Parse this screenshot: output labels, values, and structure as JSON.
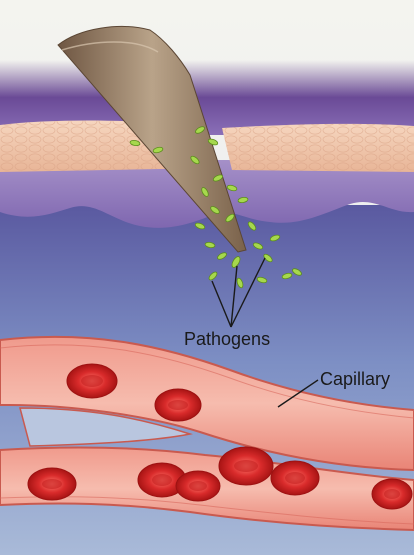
{
  "labels": {
    "pathogens": "Pathogens",
    "capillary": "Capillary"
  },
  "colors": {
    "sky_top": "#f3f3ee",
    "sky_bottom": "#cfd6e4",
    "epidermis": "#f2c9ad",
    "dermis": "#8c6fb4",
    "tissue_deep": "#5f5ea2",
    "tissue_lower": "#8fa5cd",
    "vessel_wall": "#e9796d",
    "vessel_lumen": "#f4b2a3",
    "red_blood_cell": "#d82a2a",
    "pathogen": "#9fd44a",
    "thorn": "#9b8369"
  },
  "icons": [
    "thorn",
    "pathogen",
    "red-blood-cell"
  ]
}
